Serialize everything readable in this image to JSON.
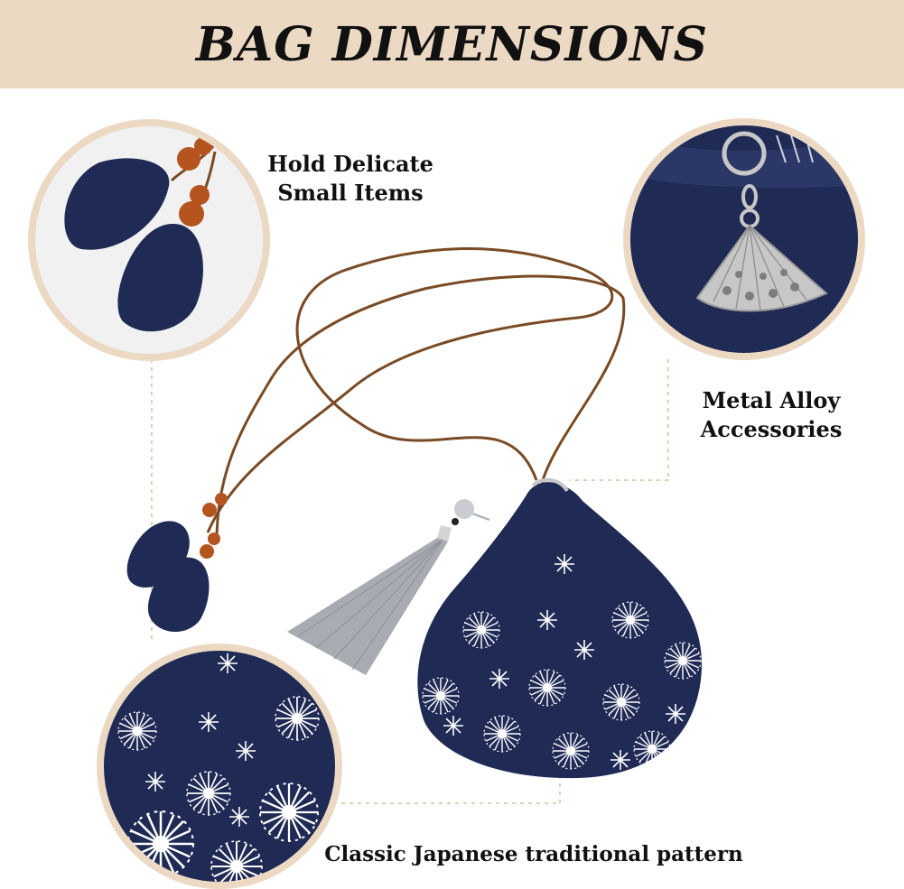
{
  "banner": {
    "title": "BAG DIMENSIONS"
  },
  "captions": {
    "hold": [
      "Hold Delicate",
      "Small Items"
    ],
    "metal": [
      "Metal Alloy",
      "Accessories"
    ],
    "pattern": "Classic Japanese traditional pattern"
  },
  "colors": {
    "banner_bg": "#ecd9c3",
    "navy": "#1f2a55",
    "cord": "#7a4a24",
    "bead": "#b5541e",
    "tassel": "#a9abb3",
    "metal": "#c7c7c7",
    "frame": "#ecd9c3"
  },
  "icons": [
    "bead-icon",
    "tassel-icon",
    "fan-charm-icon",
    "snowflake-icon"
  ]
}
